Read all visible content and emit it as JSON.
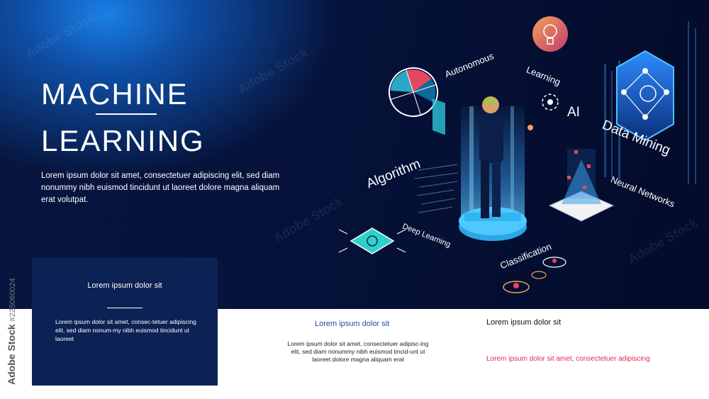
{
  "hero": {
    "title_line1": "MACHINE",
    "title_line2": "LEARNING",
    "description": "Lorem ipsum dolor sit amet, consectetuer adipiscing elit, sed diam nonummy nibh euismod tincidunt ut laoreet dolore magna aliquam erat volutpat."
  },
  "illustration": {
    "labels": {
      "autonomous": "Autonomous",
      "learning": "Learning",
      "ai": "AI",
      "data_mining": "Data Mining",
      "algorithm": "Algorithm",
      "neural_networks": "Neural Networks",
      "deep_learning": "Deep Learning",
      "classification": "Classification"
    },
    "icons": [
      "radar-icon",
      "lightbulb-icon",
      "brain-gear-icon",
      "network-hexagon-icon",
      "chip-brain-icon",
      "person-figure",
      "gear-platform-icon",
      "pyramid-icon",
      "orbit-icon"
    ]
  },
  "card": {
    "title": "Lorem ipsum dolor sit",
    "text": "Lorem ipsum dolor sit amet, consec-tetuer adipiscing elit, sed diam nonum-my nibh euismod tincidunt ut laoreet"
  },
  "column2": {
    "title": "Lorem ipsum dolor sit",
    "text": "Lorem ipsum dolor sit amet, consectetuer adipisc-ing elit, sed diam nonummy nibh euismod tincid-unt ut laoreet dolore magna aliquam erat"
  },
  "column3": {
    "title": "Lorem ipsum dolor sit",
    "text": "Lorem ipsum dolor sit amet, consectetuer adipiscing"
  },
  "credit": {
    "brand": "Adobe Stock",
    "id": "#225060024"
  },
  "watermark": "Adobe Stock",
  "colors": {
    "hero_dark": "#06123a",
    "hero_glow": "#1a7fe6",
    "card_bg": "#0c2254",
    "accent_blue": "#1f4f9c",
    "accent_red": "#e0294f",
    "cyan": "#3fd3ff"
  }
}
